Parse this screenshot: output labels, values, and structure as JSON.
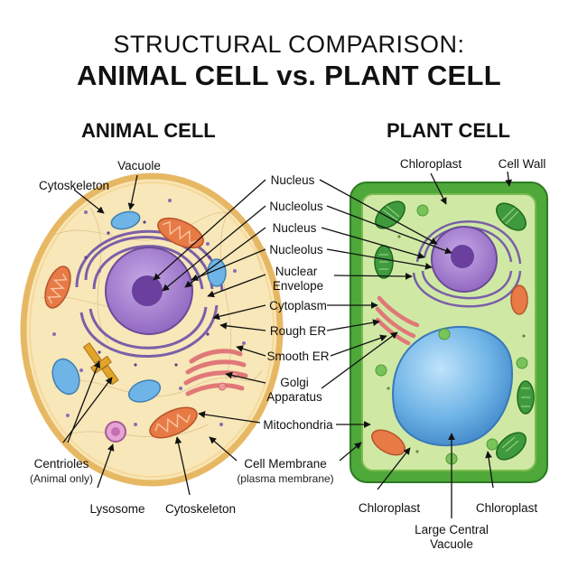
{
  "title": {
    "line1": "STRUCTURAL COMPARISON:",
    "line2": "ANIMAL CELL vs. PLANT CELL"
  },
  "animal": {
    "heading": "ANIMAL CELL",
    "labels": {
      "vacuole": "Vacuole",
      "cytoskeleton_top": "Cytoskeleton",
      "centrioles": "Centrioles",
      "centrioles_note": "(Animal only)",
      "lysosome": "Lysosome",
      "cytoskeleton_bottom": "Cytoskeleton",
      "cell_membrane": "Cell Membrane",
      "cell_membrane_note": "(plasma membrane)"
    }
  },
  "shared": {
    "nucleus_1": "Nucleus",
    "nucleolus_1": "Nucleolus",
    "nucleus_2": "Nucleus",
    "nucleolus_2": "Nucleolus",
    "nuclear_envelope_1": "Nuclear",
    "nuclear_envelope_2": "Envelope",
    "cytoplasm": "Cytoplasm",
    "rough_er": "Rough ER",
    "smooth_er": "Smooth ER",
    "golgi_1": "Golgi",
    "golgi_2": "Apparatus",
    "mitochondria": "Mitochondria"
  },
  "plant": {
    "heading": "PLANT CELL",
    "labels": {
      "chloroplast_top": "Chloroplast",
      "cell_wall": "Cell Wall",
      "chloroplast_bottom_left": "Chloroplast",
      "chloroplast_bottom_right": "Chloroplast",
      "large_central_vacuole_1": "Large Central",
      "large_central_vacuole_2": "Vacuole"
    }
  },
  "colors": {
    "animal_cytoplasm": "#f8e7b8",
    "animal_membrane": "#f2cf86",
    "nucleus": "#a884cf",
    "nucleolus": "#6a3f9e",
    "mitochondria": "#e77a45",
    "golgi": "#ee8f8f",
    "vacuole_blue": "#6fb4e6",
    "plant_wall": "#4ea83a",
    "plant_cytoplasm": "#cfe9a5",
    "chloroplast": "#3f9a3e",
    "centriole": "#e2a52a",
    "lysosome": "#e6a3d6"
  }
}
